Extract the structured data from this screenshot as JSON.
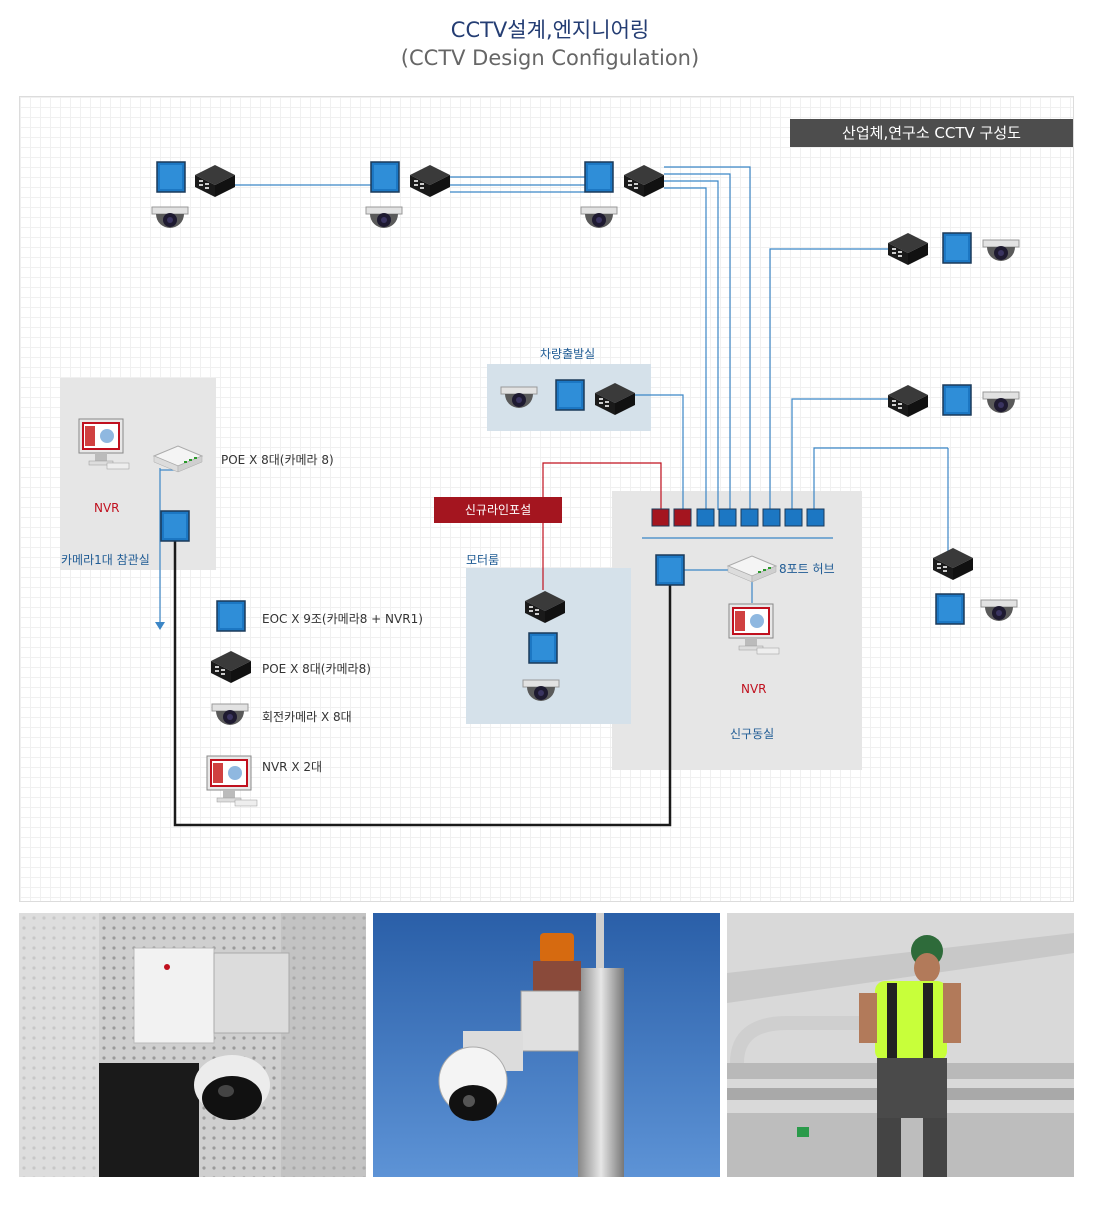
{
  "header": {
    "title": "CCTV설계,엔지니어링",
    "subtitle": "(CCTV Design Configulation)"
  },
  "diagram": {
    "badge": "산업체,연구소 CCTV 구성도",
    "new_line_badge": "신규라인포설",
    "vehicle_room": "차량출발실",
    "motor_room": "모터룸",
    "camera_room": "카메라1대 참관실",
    "poe_top_left": "POE X 8대(카메라 8)",
    "nvr_left": "NVR",
    "nvr_right": "NVR",
    "hub_label": "8포트 허브",
    "building": "신구동실"
  },
  "legend": {
    "eoc": "EOC X 9조(카메라8 + NVR1)",
    "poe": "POE X 8대(카메라8)",
    "camera": "회전카메라 X 8대",
    "nvr": "NVR X 2대"
  },
  "colors": {
    "title": "#243d73",
    "line_blue": "#3b86c6",
    "line_red": "#c0101e",
    "eoc_blue": "#1c77c3",
    "badge_dark": "#4d4d4d",
    "badge_red": "#a4151f"
  },
  "photos": [
    {
      "icon": "dome-camera-wall-photo"
    },
    {
      "icon": "ptz-camera-pole-photo"
    },
    {
      "icon": "installation-worker-photo"
    }
  ]
}
